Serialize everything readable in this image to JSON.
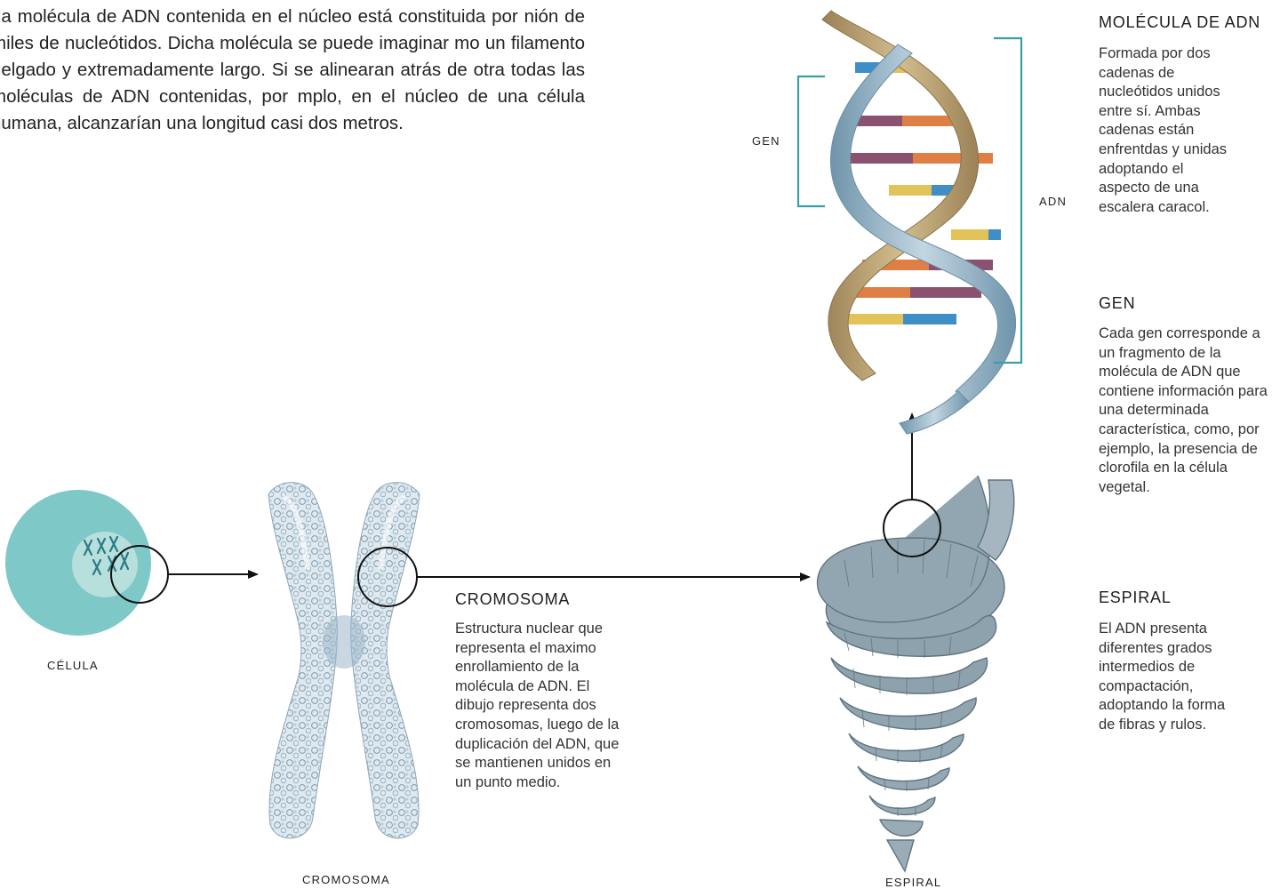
{
  "intro_text": "da molécula de ADN contenida en el núcleo está constituida por nión de miles de nucleótidos. Dicha molécula se puede imaginar mo un filamento delgado y extremadamente largo. Si se alinearan atrás de otra todas las moléculas de ADN contenidas, por mplo, en el núcleo de una célula humana, alcanzarían una longitud casi dos metros.",
  "labels": {
    "celula": "CÉLULA",
    "cromosoma": "CROMOSOMA",
    "espiral": "ESPIRAL",
    "gen": "GEN",
    "adn": "ADN"
  },
  "sections": {
    "molecula": {
      "title": "MOLÉCULA DE ADN",
      "desc": "Formada por dos cadenas de nucleótidos unidos entre sí. Ambas cadenas están enfrentdas y unidas adoptando el aspecto de una escalera caracol."
    },
    "gen": {
      "title": "GEN",
      "desc": "Cada gen corresponde a un fragmento de la molécula de ADN que contiene información para una determinada característica, como, por ejemplo, la presencia de clorofila en la célula vegetal."
    },
    "espiral": {
      "title": "ESPIRAL",
      "desc": "El ADN presenta diferentes grados intermedios de compactación, adoptando la forma de fibras y rulos."
    },
    "cromosoma": {
      "title": "CROMOSOMA",
      "desc": "Estructura nuclear que representa el maximo enrollamiento de la molécula de ADN. El dibujo representa dos cromosomas, luego de la duplicación del ADN, que se mantienen unidos en un punto medio."
    }
  },
  "colors": {
    "cell": "#7ec8c8",
    "nucleus": "#b7dfdc",
    "chromosome_mark": "#2a7b86",
    "bracket": "#3a9ea3",
    "helix_strand_a": "#b9a06f",
    "helix_strand_b": "#8fb2c6",
    "rung_yellow": "#e1c35a",
    "rung_blue": "#3f8ec6",
    "rung_purple": "#8a5270",
    "rung_orange": "#df7f45",
    "coil_fill": "#92a6b1",
    "coil_stroke": "#5e7480",
    "chromosome_fill": "#c7d9e3"
  }
}
